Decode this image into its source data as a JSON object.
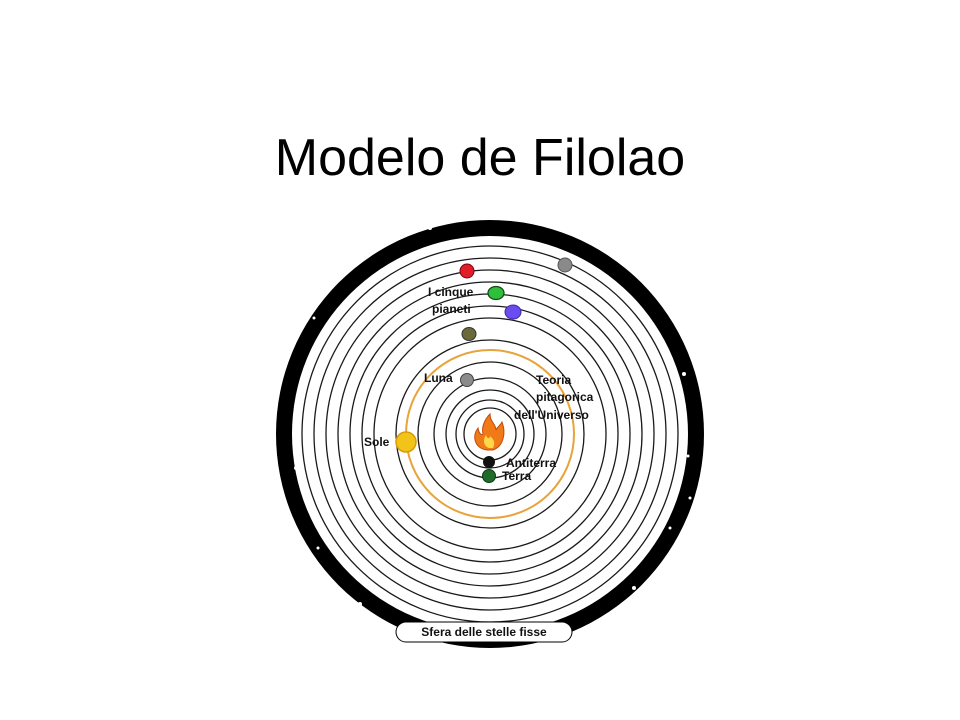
{
  "title": "Modelo de Filolao",
  "diagram": {
    "labels": {
      "planets_line1": "I cinque",
      "planets_line2": "pianeti",
      "moon": "Luna",
      "theory_line1": "Teoria",
      "theory_line2": "pitagorica",
      "theory_line3": "dell'Universo",
      "sun": "Sole",
      "counter_earth": "Antiterra",
      "earth": "Terra",
      "fixed_stars": "Sfera delle stelle fisse"
    },
    "colors": {
      "outer_sphere": "#000000",
      "orbit": "#1a1a1a",
      "sun_orbit": "#e8a33a",
      "planet_red": "#e01e2a",
      "planet_gray": "#8a8a8a",
      "planet_green": "#2fbf3a",
      "planet_blue": "#6a4cf0",
      "planet_olive": "#6b6a3a",
      "moon": "#8c8c8c",
      "sun": "#f2c318",
      "counter_earth": "#111111",
      "earth": "#1f6b2a",
      "central_fire": "#f07a18"
    }
  }
}
